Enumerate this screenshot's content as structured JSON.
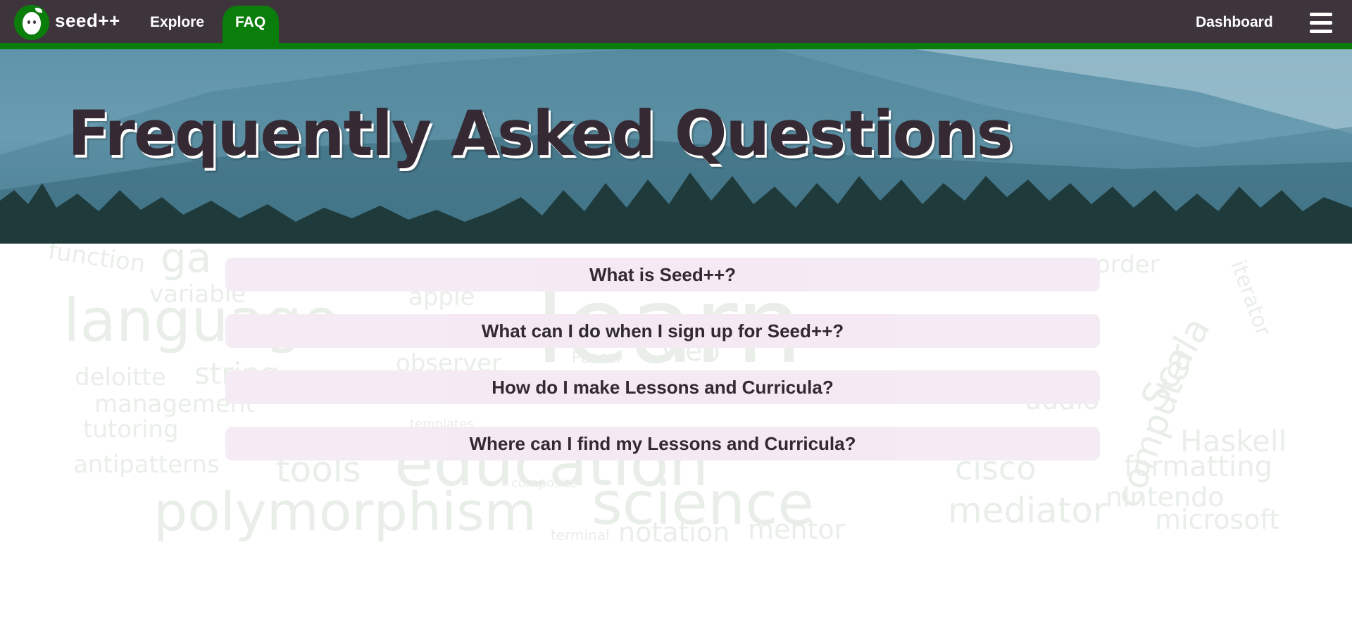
{
  "app": {
    "name": "seed++",
    "title": "Frequently Asked Questions"
  },
  "nav": {
    "explore_label": "Explore",
    "faq_label": "FAQ",
    "dashboard_label": "Dashboard",
    "active_tab": "FAQ"
  },
  "colors": {
    "nav_bg": "#3e353c",
    "accent": "#0a7d0a",
    "faq_bg": "#f5eaf4",
    "text_dark": "#2a2129"
  },
  "faq": [
    {
      "question": "What is Seed++?"
    },
    {
      "question": "What can I do when I sign up for Seed++?"
    },
    {
      "question": "How do I make Lessons and Curricula?"
    },
    {
      "question": "Where can I find my Lessons and Curricula?"
    }
  ],
  "watermark_words": [
    "function",
    "ga",
    "variable",
    "language",
    "apple",
    "learn",
    "order",
    "deloitte",
    "string",
    "observer",
    "Pascal",
    "web",
    "management",
    "tutoring",
    "templates",
    "audio",
    "computer",
    "Scala",
    "iterator",
    "antipatterns",
    "tools",
    "education",
    "cisco",
    "Haskell",
    "formatting",
    "composite",
    "polymorphism",
    "science",
    "mediator",
    "nintendo",
    "microsoft",
    "terminal",
    "notation",
    "mentor"
  ],
  "icons": {
    "logo": "seed-logo-icon",
    "menu": "hamburger-menu-icon"
  }
}
